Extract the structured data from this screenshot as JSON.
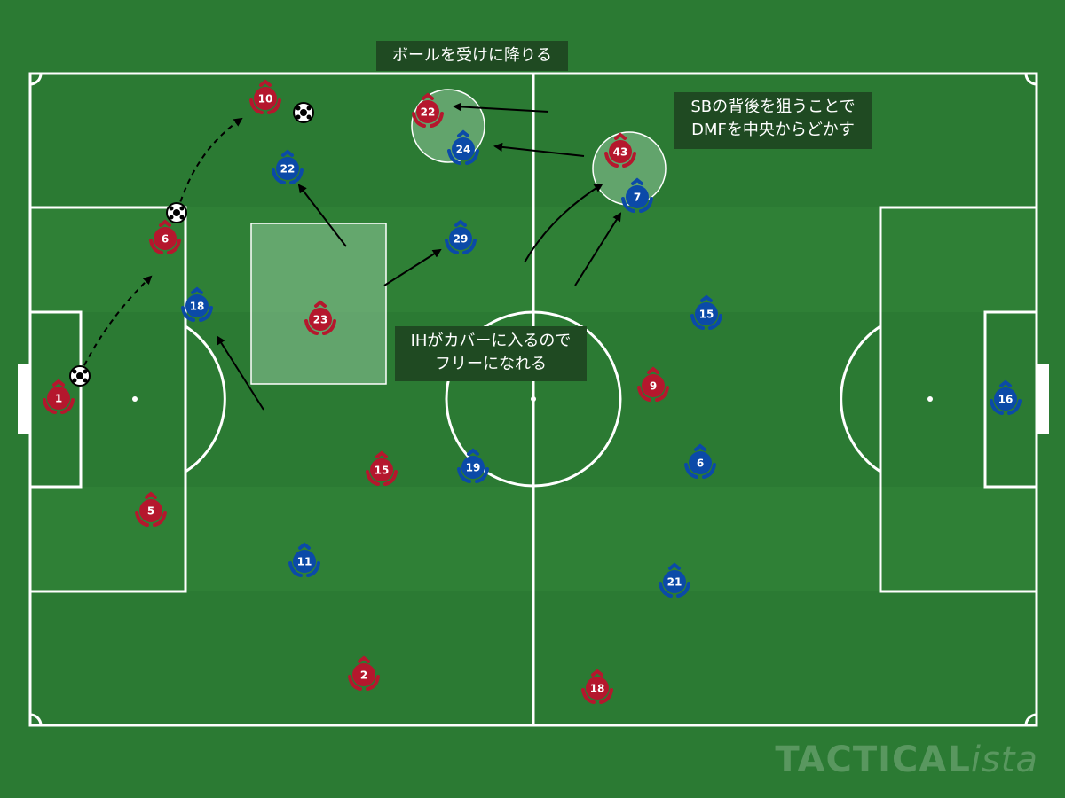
{
  "callouts": {
    "top": "ボールを受けに降りる",
    "right_line1": "SBの背後を狙うことで",
    "right_line2": "DMFを中央からどかす",
    "center_line1": "IHがカバーに入るので",
    "center_line2": "フリーになれる"
  },
  "watermark": {
    "brand": "TACTICAL",
    "suffix": "ista"
  },
  "colors": {
    "pitch": "#2b7a33",
    "pitch_stripe": "#2f8036",
    "line": "#ffffff",
    "home_team": "#b5172d",
    "away_team": "#0b4aa8",
    "highlight_zone": "#8fc79a"
  },
  "players": {
    "home": [
      "1",
      "6",
      "10",
      "22",
      "43",
      "23",
      "15",
      "5",
      "2",
      "9",
      "18"
    ],
    "away": [
      "22",
      "24",
      "7",
      "29",
      "18",
      "15",
      "19",
      "6",
      "11",
      "21",
      "16"
    ]
  }
}
